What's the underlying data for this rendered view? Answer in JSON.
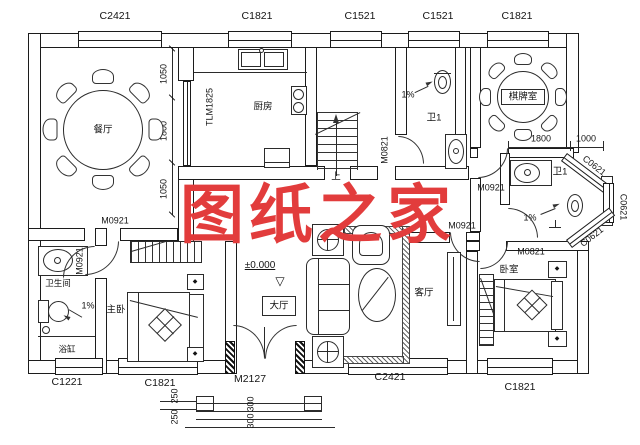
{
  "watermark": "图纸之家",
  "colors": {
    "watermark_red": "#e23c3c",
    "line_black": "#1c1c1c"
  },
  "top_windows": [
    "C2421",
    "C1821",
    "C1521",
    "C1521",
    "C1821"
  ],
  "bottom_labels": [
    "C1221",
    "C1821",
    "M2127",
    "C2421",
    "C1821"
  ],
  "bay_window_label": "C0621",
  "rooms": {
    "dining": "餐厅",
    "kitchen": "厨房",
    "chess": "棋牌室",
    "bath": "卫1",
    "bathroom": "卫生间",
    "bathtub": "浴缸",
    "master": "主卧",
    "hall": "大厅",
    "living": "客厅",
    "bedroom": "卧室"
  },
  "doors": {
    "sliding": "TLM1825",
    "m0921": "M0921",
    "m0821": "M0821"
  },
  "dims": {
    "d1050": "1050",
    "d1800": "1800",
    "d1000": "1000",
    "d300": "300",
    "d250": "250"
  },
  "marks": {
    "level": "±0.000",
    "level_symbol": "▽",
    "up": "上",
    "slope": "1%"
  }
}
